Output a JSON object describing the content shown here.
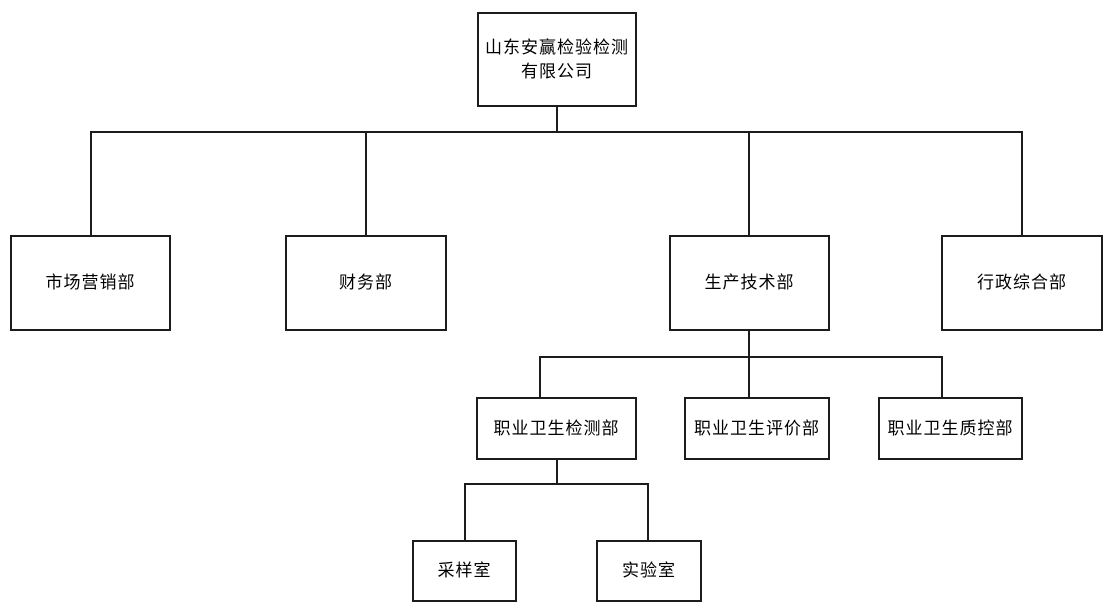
{
  "diagram": {
    "type": "organization-chart",
    "background_color": "#ffffff",
    "line_color": "#1c1c1c",
    "nodes": {
      "company": "山东安赢检验检测\n有限公司",
      "marketing": "市场营销部",
      "finance": "财务部",
      "production": "生产技术部",
      "admin": "行政综合部",
      "ohs_testing": "职业卫生检测部",
      "ohs_evaluation": "职业卫生评价部",
      "ohs_qc": "职业卫生质控部",
      "sampling": "采样室",
      "lab": "实验室"
    },
    "hierarchy": [
      {
        "parent": "山东安赢检验检测有限公司",
        "children": [
          "市场营销部",
          "财务部",
          "生产技术部",
          "行政综合部"
        ]
      },
      {
        "parent": "生产技术部",
        "children": [
          "职业卫生检测部",
          "职业卫生评价部",
          "职业卫生质控部"
        ]
      },
      {
        "parent": "职业卫生检测部",
        "children": [
          "采样室",
          "实验室"
        ]
      }
    ]
  }
}
